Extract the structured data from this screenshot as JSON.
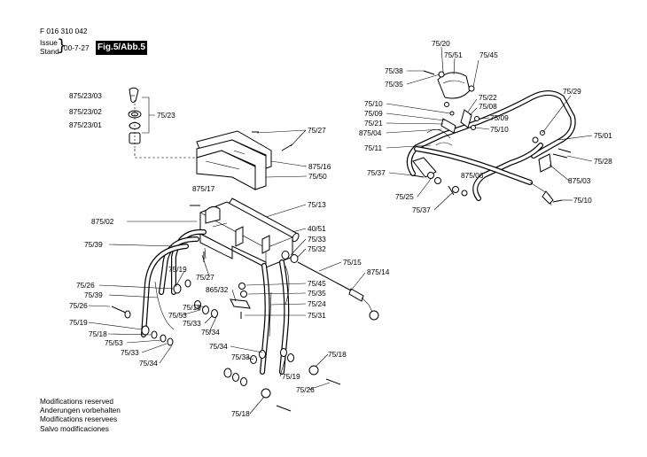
{
  "header": {
    "doc_number": "F 016 310 042",
    "issue_line1": "Issue",
    "issue_line2": "Stand",
    "issue_date": "00-7-27",
    "figure_label": "Fig.5/Abb.5"
  },
  "footer": {
    "lines": [
      "Modifications reserved",
      "Anderungen vorbehalten",
      "Modifications reservees",
      "Salvo modificaciones"
    ]
  },
  "part_labels": {
    "p875_23_03": "875/23/03",
    "p875_23_02": "875/23/02",
    "p875_23_01": "875/23/01",
    "p75_23": "75/23",
    "p75_27_top": "75/27",
    "p875_16": "875/16",
    "p75_50": "75/50",
    "p875_17": "875/17",
    "p75_13": "75/13",
    "p875_02": "875/02",
    "p40_51": "40/51",
    "p75_39_a": "75/39",
    "p75_33_a": "75/33",
    "p75_32": "75/32",
    "p75_15": "75/15",
    "p875_14": "875/14",
    "p75_19_a": "75/19",
    "p75_27_mid": "75/27",
    "p75_26_a": "75/26",
    "p75_45_mid": "75/45",
    "p865_32": "865/32",
    "p75_35_mid": "75/35",
    "p75_39_b": "75/39",
    "p75_24": "75/24",
    "p75_26_b": "75/26",
    "p75_18_a": "75/18",
    "p75_31": "75/31",
    "p75_53_a": "75/53",
    "p75_19_b": "75/19",
    "p75_33_b": "75/33",
    "p75_18_b": "75/18",
    "p75_34_a": "75/34",
    "p75_53_b": "75/53",
    "p75_33_c": "75/33",
    "p75_34_b": "75/34",
    "p75_34_c": "75/34",
    "p75_33_d": "75/33",
    "p75_18_c": "75/18",
    "p75_19_c": "75/19",
    "p75_26_c": "75/26",
    "p75_18_d": "75/18",
    "p75_20": "75/20",
    "p75_51": "75/51",
    "p75_45_top": "75/45",
    "p75_38": "75/38",
    "p75_35_top": "75/35",
    "p75_29": "75/29",
    "p75_22": "75/22",
    "p75_10_a": "75/10",
    "p75_08": "75/08",
    "p75_09_a": "75/09",
    "p75_09_b": "75/09",
    "p75_21": "75/21",
    "p875_04": "875/04",
    "p75_10_b": "75/10",
    "p75_01": "75/01",
    "p75_11": "75/11",
    "p75_28": "75/28",
    "p75_37_a": "75/37",
    "p875_06": "875/06",
    "p875_03": "875/03",
    "p75_25": "75/25",
    "p75_10_c": "75/10",
    "p75_37_b": "75/37"
  }
}
